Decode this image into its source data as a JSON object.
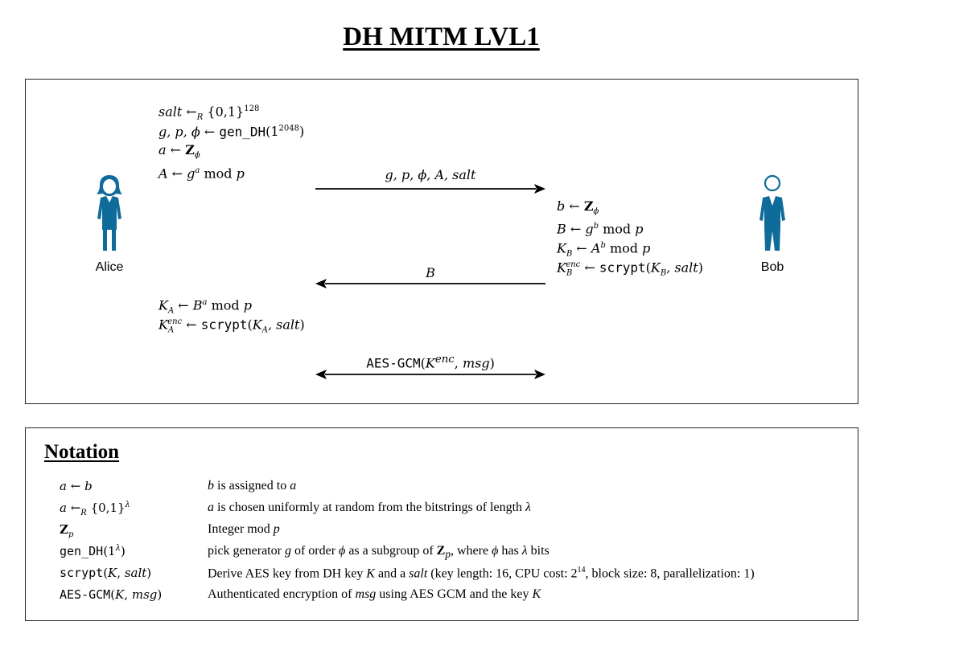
{
  "title": "DH MITM LVL1",
  "alice": {
    "name": "Alice",
    "steps": [
      "salt ←R {0,1}^128",
      "g, p, ϕ ← gen_DH(1^2048)",
      "a ← Zϕ",
      "A ← g^a mod p"
    ],
    "final_steps": [
      "K_A ← B^a mod p",
      "K_A^enc ← scrypt(K_A, salt)"
    ]
  },
  "bob": {
    "name": "Bob",
    "steps": [
      "b ← Zϕ",
      "B ← g^b mod p",
      "K_B ← A^b mod p",
      "K_B^enc ← scrypt(K_B, salt)"
    ]
  },
  "messages": [
    {
      "label": "g, p, ϕ, A, salt",
      "direction": "alice-to-bob"
    },
    {
      "label": "B",
      "direction": "bob-to-alice"
    },
    {
      "label": "AES-GCM(K^enc, msg)",
      "direction": "both"
    }
  ],
  "notation": {
    "title": "Notation",
    "rows": [
      {
        "symbol": "a ← b",
        "description": "b is assigned to a"
      },
      {
        "symbol": "a ←R {0,1}^λ",
        "description": "a is chosen uniformly at random from the bitstrings of length λ"
      },
      {
        "symbol": "Zp",
        "description": "Integer mod p"
      },
      {
        "symbol": "gen_DH(1^λ)",
        "description": "pick generator g of order ϕ as a subgroup of Zp, where ϕ has λ bits"
      },
      {
        "symbol": "scrypt(K, salt)",
        "description": "Derive AES key from DH key K and a salt (key length: 16, CPU cost: 2^14, block size: 8, parallelization: 1)"
      },
      {
        "symbol": "AES-GCM(K, msg)",
        "description": "Authenticated encryption of msg using AES GCM and the key K"
      }
    ]
  },
  "colors": {
    "person": "#0f6b9a",
    "line": "#000000"
  },
  "icons": [
    "alice-person-icon",
    "bob-person-icon"
  ]
}
